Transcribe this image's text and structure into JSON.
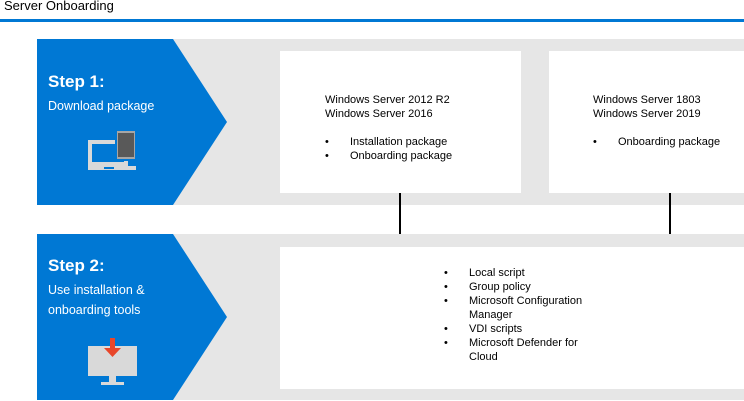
{
  "header": {
    "title": "Server Onboarding"
  },
  "colors": {
    "accent": "#0078d4",
    "band": "#e6e6e6",
    "card": "#ffffff",
    "icon": "#d9d9d9",
    "icon_arrow": "#e8462a"
  },
  "step1": {
    "title": "Step 1:",
    "subtitle": "Download package",
    "icon": "laptop-server-icon",
    "cards": [
      {
        "os": [
          "Windows Server 2012 R2",
          "Windows Server 2016"
        ],
        "items": [
          "Installation package",
          "Onboarding package"
        ]
      },
      {
        "os": [
          "Windows Server 1803",
          "Windows Server 2019"
        ],
        "items": [
          "Onboarding package"
        ]
      }
    ]
  },
  "step2": {
    "title": "Step 2:",
    "subtitle": "Use installation &\nonboarding tools",
    "icon": "monitor-download-icon",
    "tools": [
      "Local script",
      "Group policy",
      "Microsoft Configuration Manager",
      "VDI scripts",
      "Microsoft Defender for Cloud"
    ]
  }
}
